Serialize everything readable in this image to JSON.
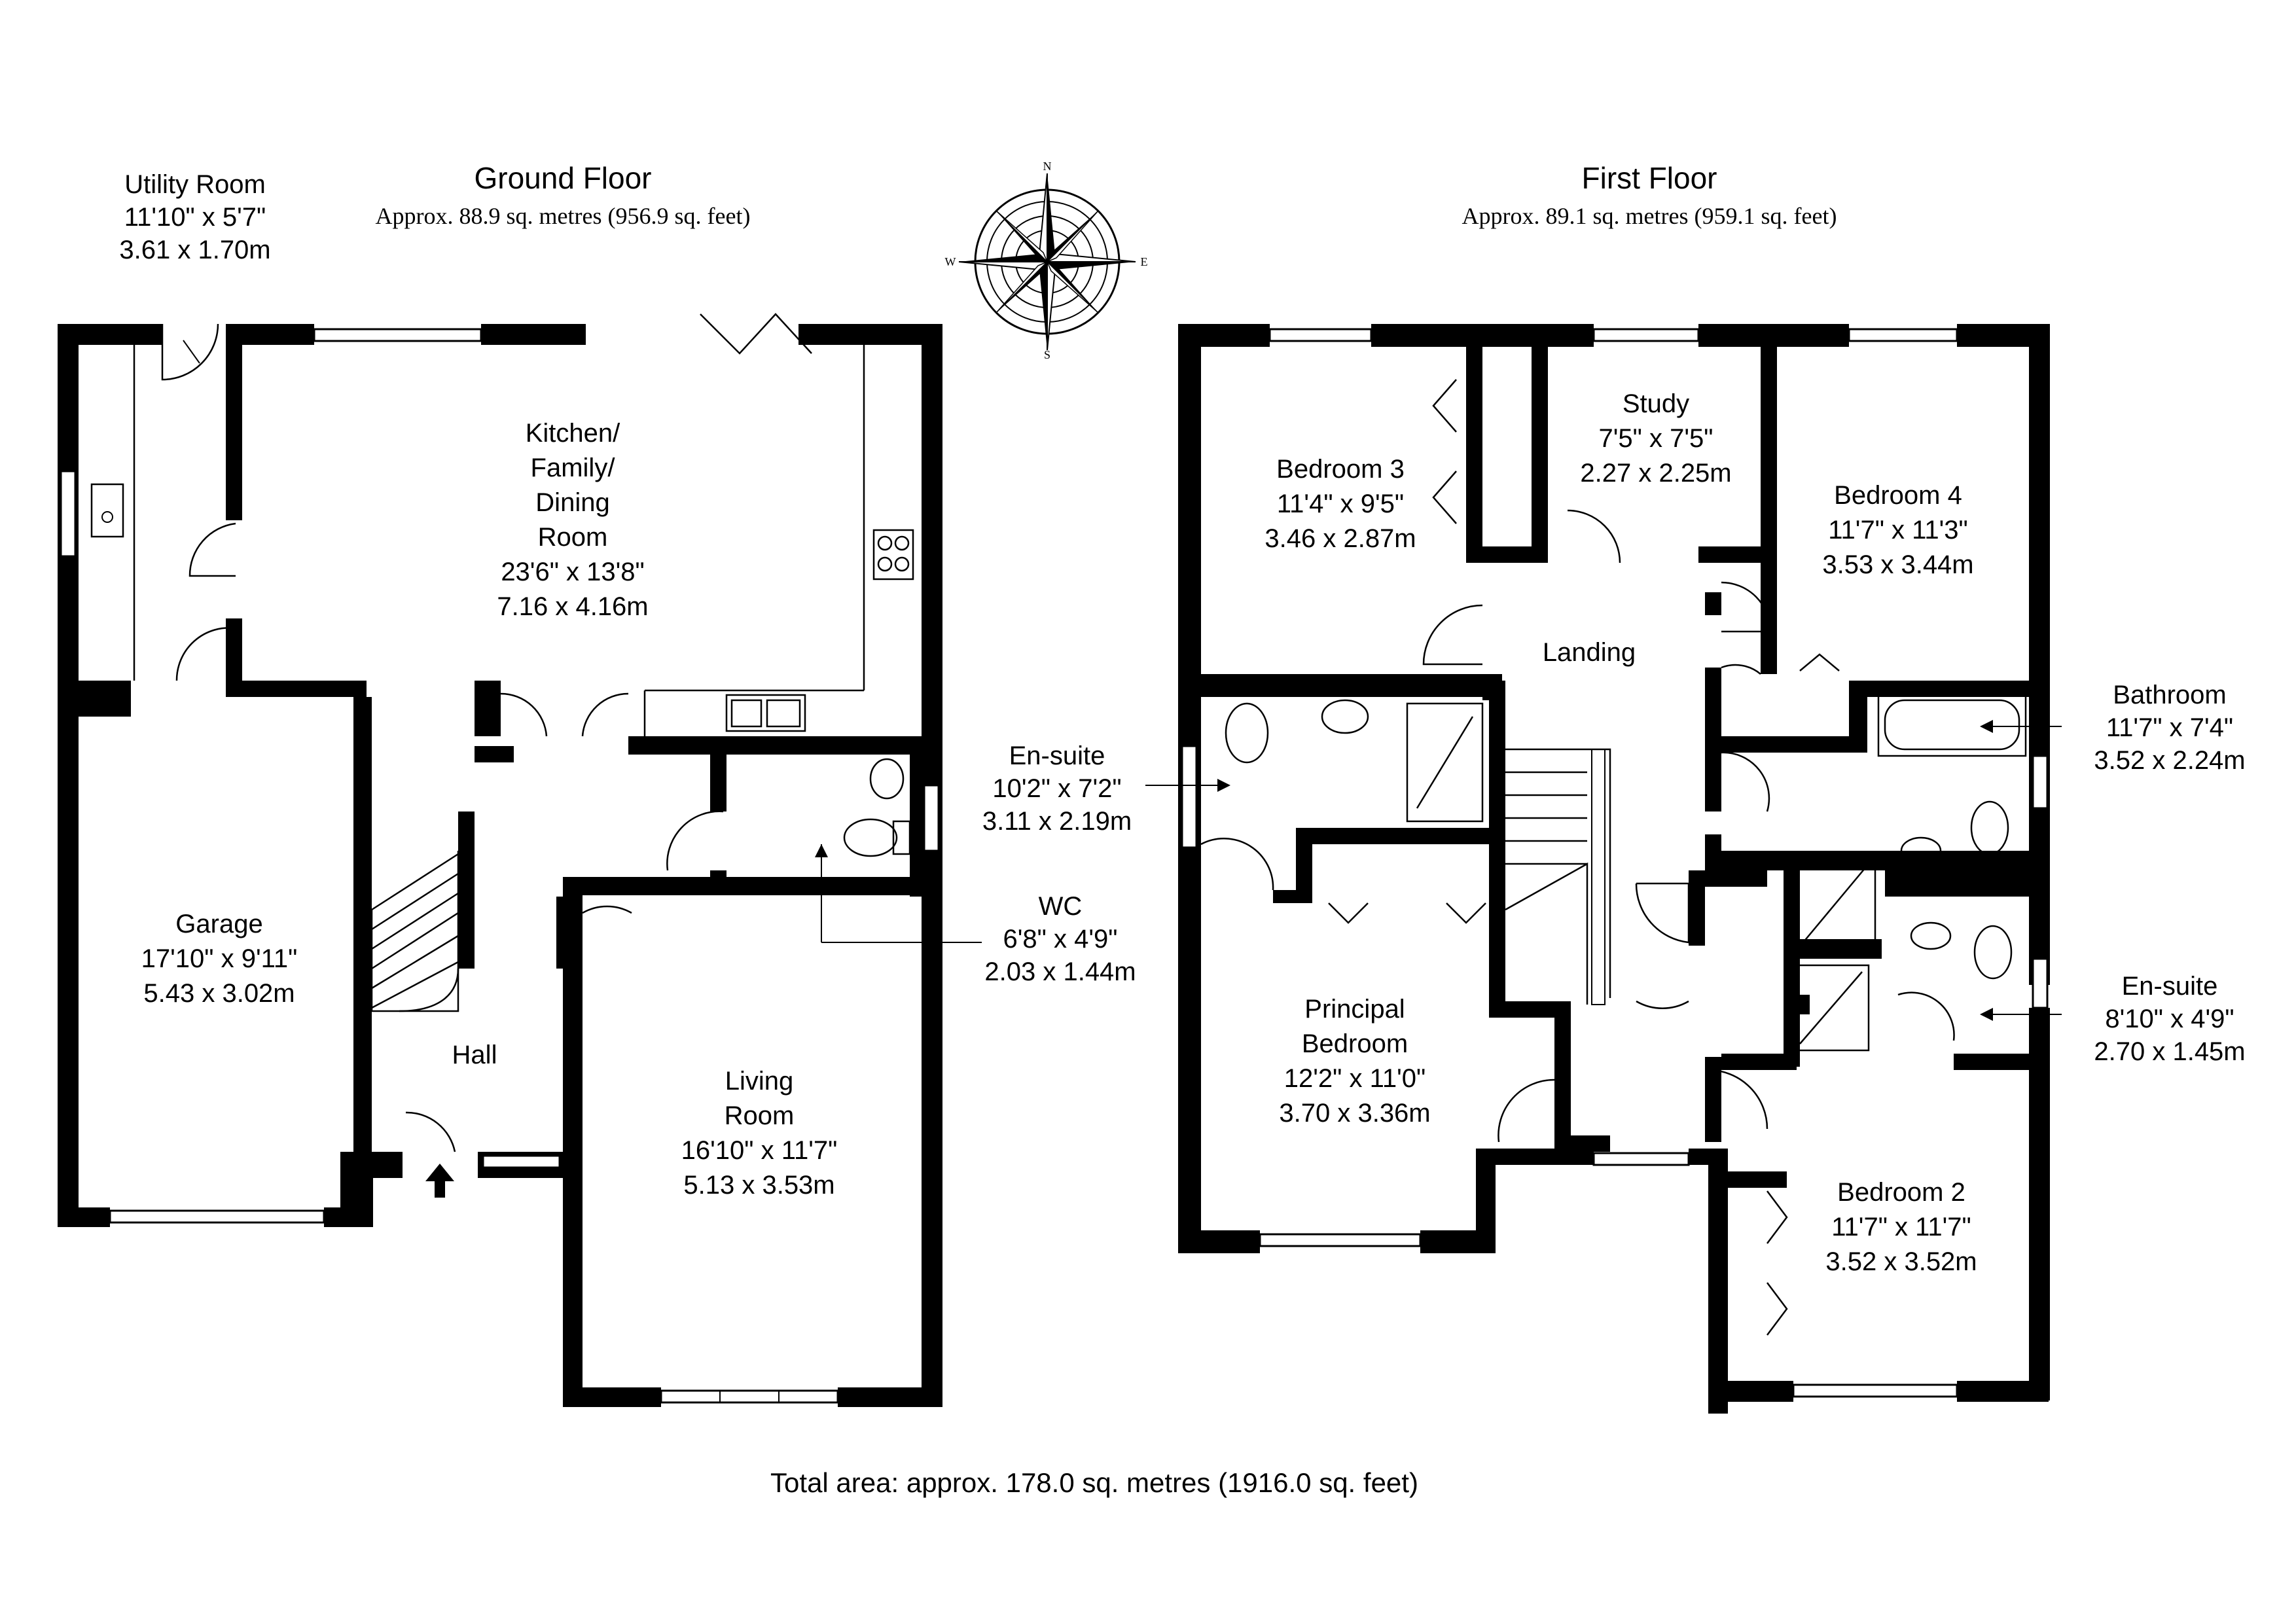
{
  "ground_floor": {
    "title": "Ground Floor",
    "area": "Approx. 88.9 sq. metres (956.9 sq. feet)"
  },
  "first_floor": {
    "title": "First Floor",
    "area": "Approx. 89.1 sq. metres (959.1 sq. feet)"
  },
  "total_area": "Total area: approx. 178.0 sq. metres (1916.0 sq. feet)",
  "compass": {
    "n": "N",
    "s": "S",
    "e": "E",
    "w": "W"
  },
  "rooms": {
    "utility": {
      "name": "Utility Room",
      "imperial": "11'10\" x 5'7\"",
      "metric": "3.61 x 1.70m"
    },
    "kitchen": {
      "l1": "Kitchen/",
      "l2": "Family/",
      "l3": "Dining",
      "l4": "Room",
      "imperial": "23'6\" x 13'8\"",
      "metric": "7.16 x 4.16m"
    },
    "garage": {
      "name": "Garage",
      "imperial": "17'10\" x 9'11\"",
      "metric": "5.43 x 3.02m"
    },
    "hall": {
      "name": "Hall"
    },
    "living": {
      "l1": "Living",
      "l2": "Room",
      "imperial": "16'10\" x 11'7\"",
      "metric": "5.13 x 3.53m"
    },
    "wc": {
      "name": "WC",
      "imperial": "6'8\" x 4'9\"",
      "metric": "2.03 x 1.44m"
    },
    "ensuite1": {
      "name": "En-suite",
      "imperial": "10'2\" x 7'2\"",
      "metric": "3.11 x 2.19m"
    },
    "bedroom3": {
      "name": "Bedroom 3",
      "imperial": "11'4\" x 9'5\"",
      "metric": "3.46 x 2.87m"
    },
    "study": {
      "name": "Study",
      "imperial": "7'5\" x 7'5\"",
      "metric": "2.27 x 2.25m"
    },
    "bedroom4": {
      "name": "Bedroom 4",
      "imperial": "11'7\" x 11'3\"",
      "metric": "3.53 x 3.44m"
    },
    "landing": {
      "name": "Landing"
    },
    "bathroom": {
      "name": "Bathroom",
      "imperial": "11'7\" x 7'4\"",
      "metric": "3.52 x 2.24m"
    },
    "principal": {
      "l1": "Principal",
      "l2": "Bedroom",
      "imperial": "12'2\" x 11'0\"",
      "metric": "3.70 x 3.36m"
    },
    "ensuite2": {
      "name": "En-suite",
      "imperial": "8'10\" x 4'9\"",
      "metric": "2.70 x 1.45m"
    },
    "bedroom2": {
      "name": "Bedroom 2",
      "imperial": "11'7\" x 11'7\"",
      "metric": "3.52 x 3.52m"
    }
  }
}
